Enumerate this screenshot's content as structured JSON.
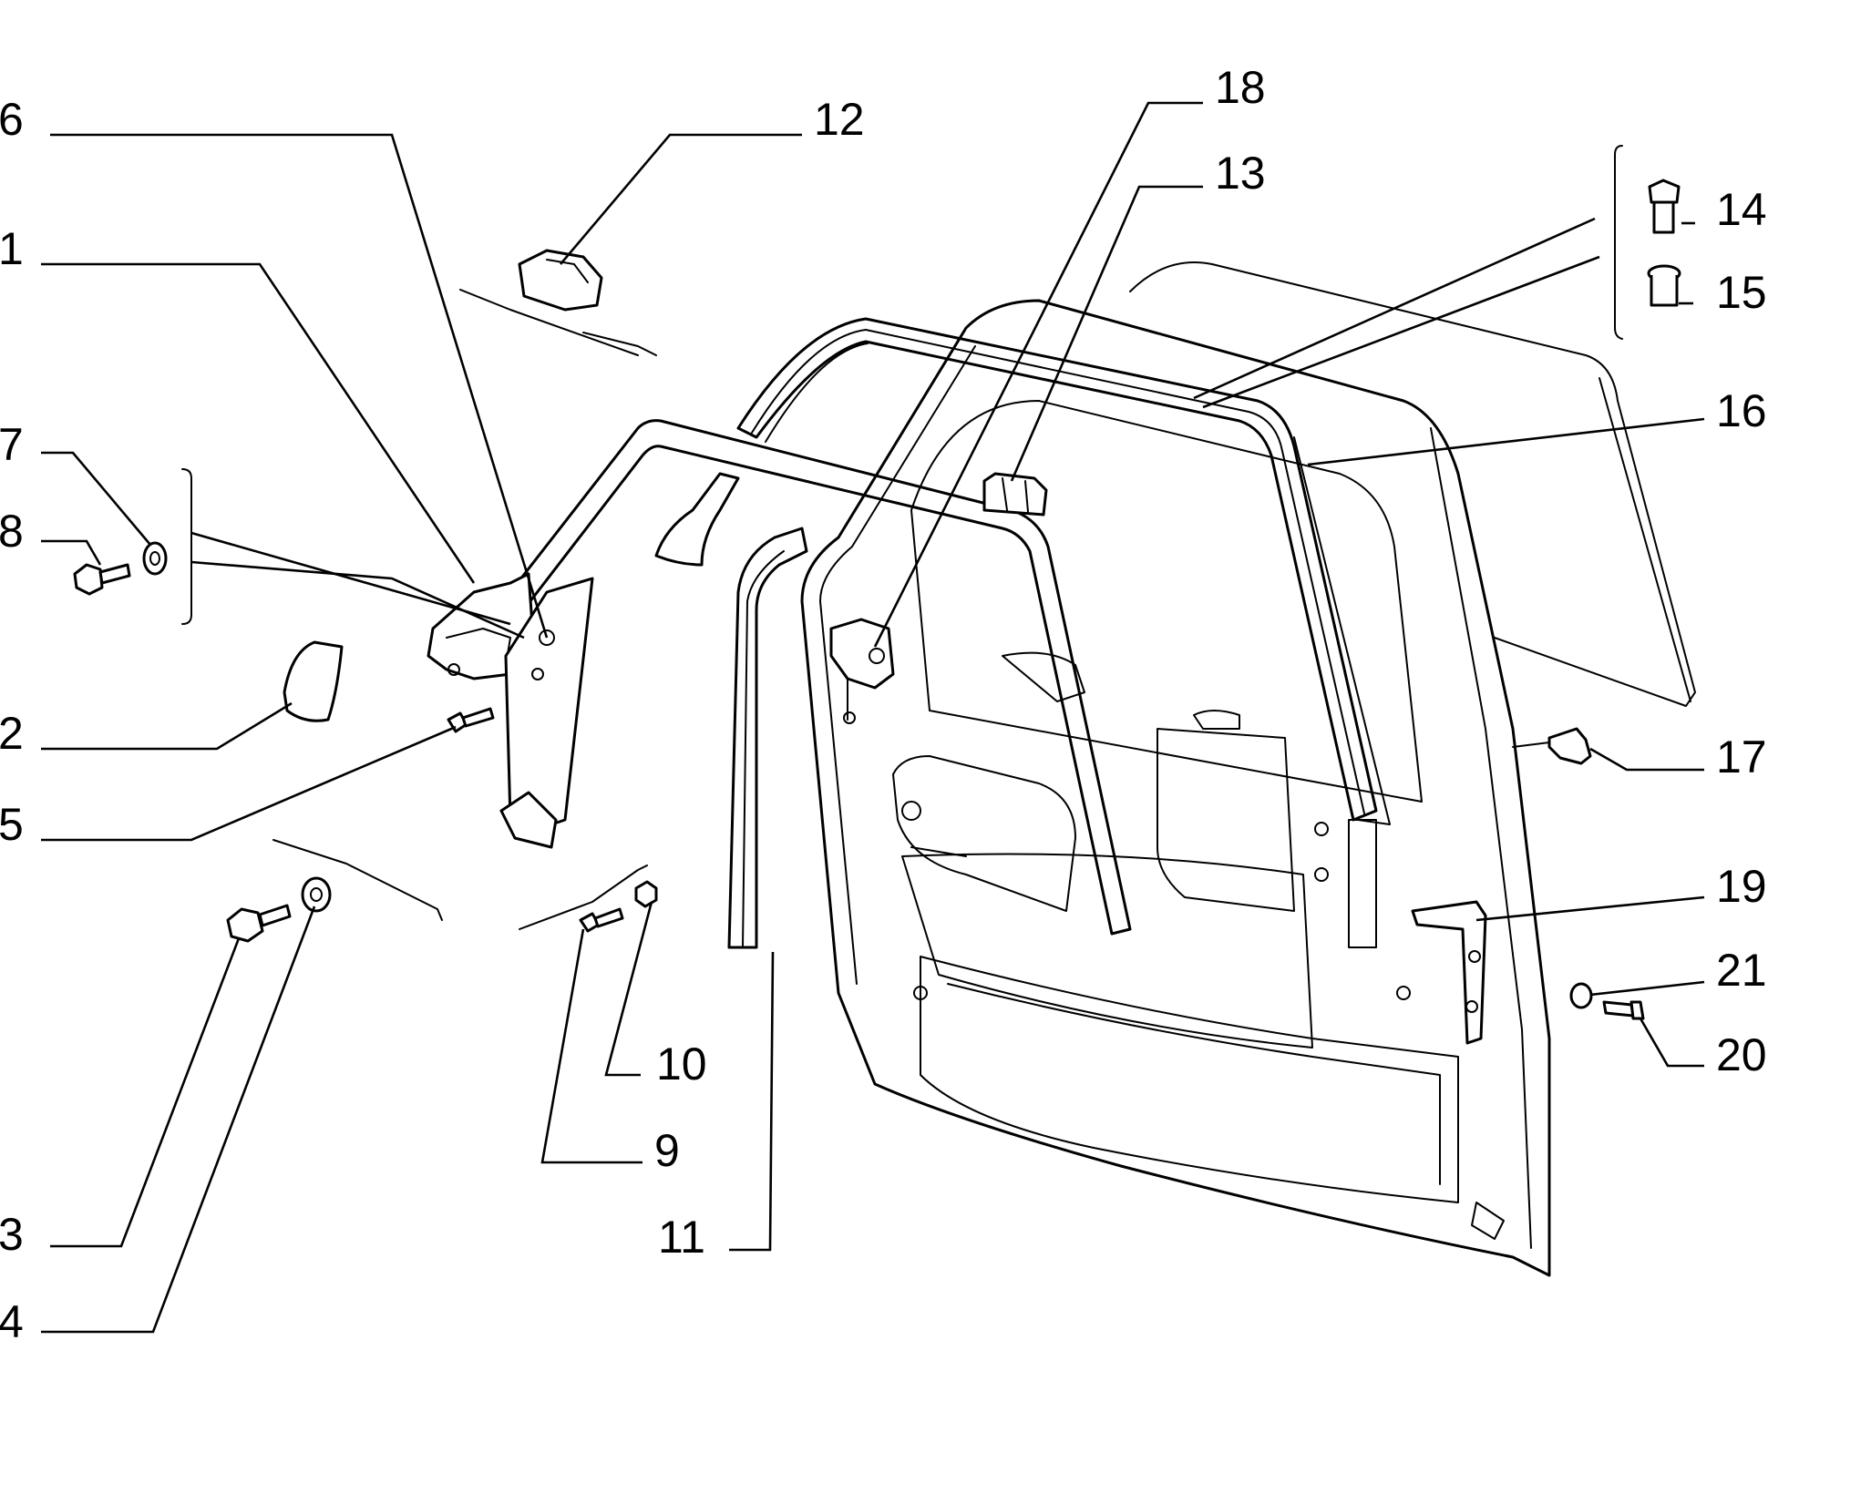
{
  "diagram": {
    "callouts": {
      "c1": "1",
      "c2": "2",
      "c3": "3",
      "c4": "4",
      "c5": "5",
      "c6": "6",
      "c7": "7",
      "c8": "8",
      "c9": "9",
      "c10": "10",
      "c11": "11",
      "c12": "12",
      "c13": "13",
      "c14": "14",
      "c15": "15",
      "c16": "16",
      "c17": "17",
      "c18": "18",
      "c19": "19",
      "c20": "20",
      "c21": "21"
    }
  }
}
